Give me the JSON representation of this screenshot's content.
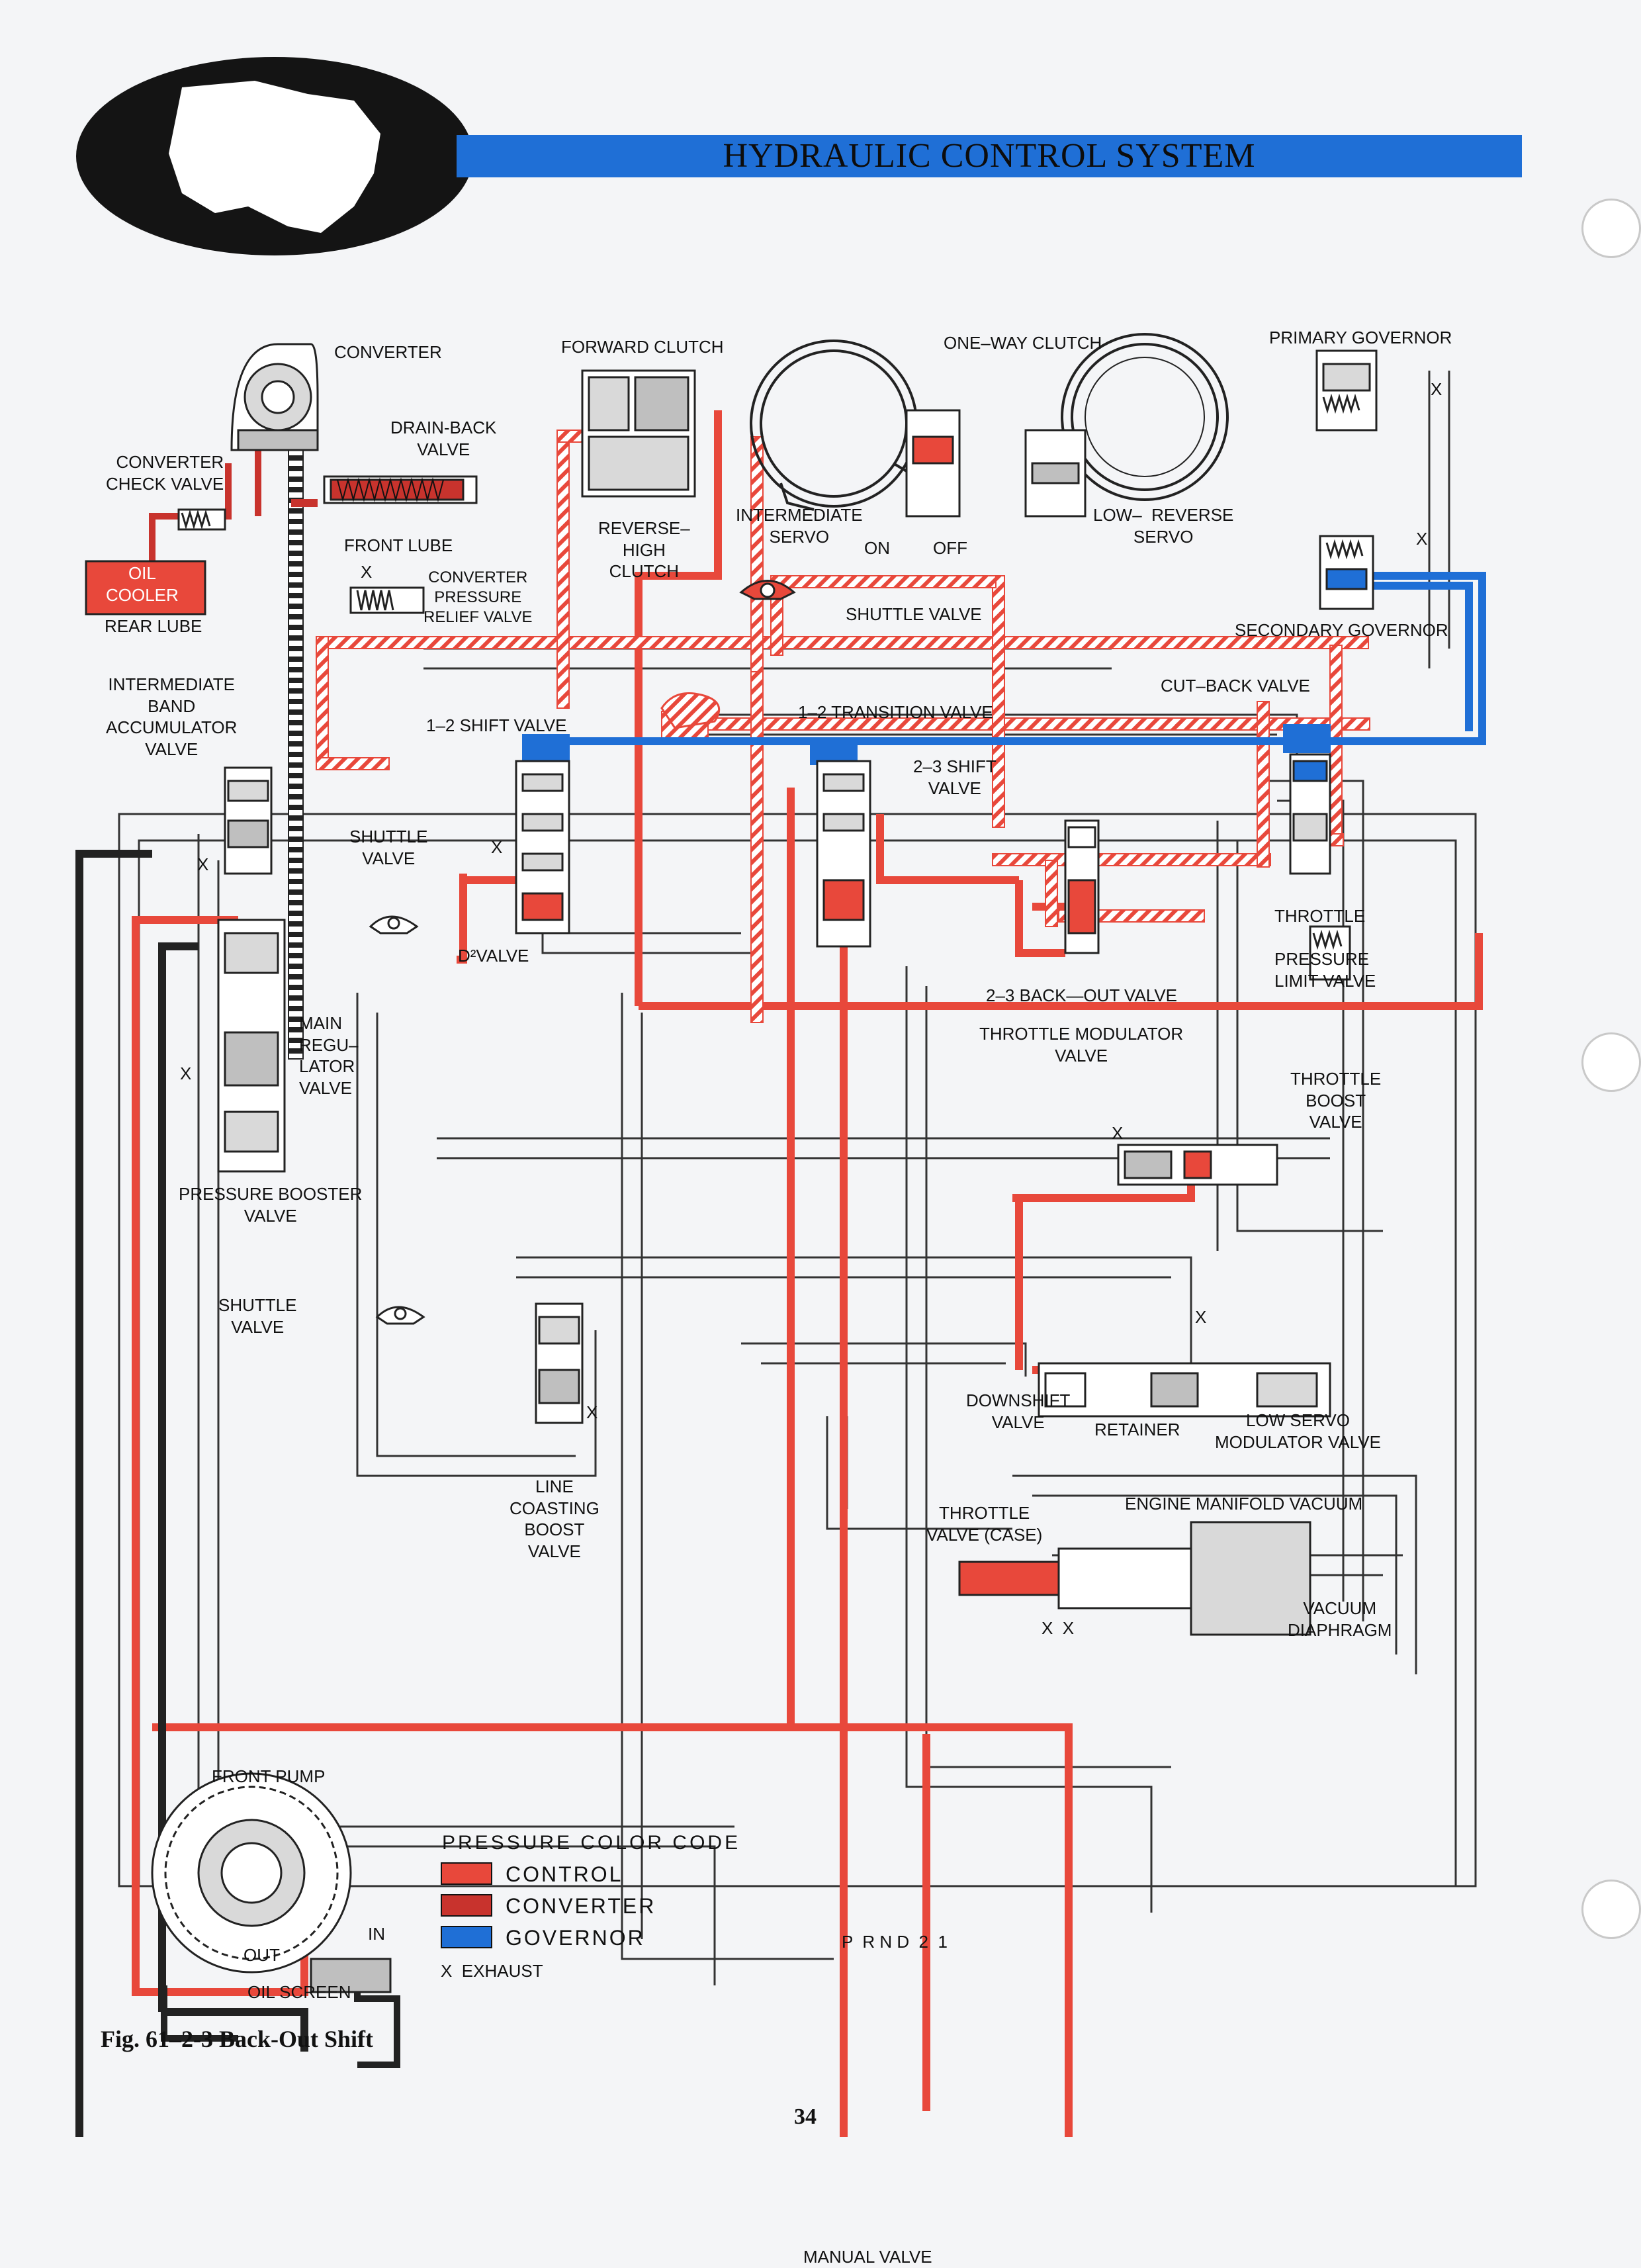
{
  "header": {
    "title": "HYDRAULIC CONTROL SYSTEM"
  },
  "labels": {
    "converter": "CONVERTER",
    "drain_back_valve": "DRAIN-BACK\nVALVE",
    "converter_check_valve": "CONVERTER\nCHECK VALVE",
    "oil_cooler": "OIL\nCOOLER",
    "rear_lube": "REAR LUBE",
    "front_lube": "FRONT LUBE",
    "converter_pressure_relief_valve": "CONVERTER\nPRESSURE\nRELIEF VALVE",
    "forward_clutch": "FORWARD CLUTCH",
    "reverse_high_clutch": "REVERSE–\nHIGH\nCLUTCH",
    "one_way_clutch": "ONE–WAY CLUTCH",
    "primary_governor": "PRIMARY GOVERNOR",
    "intermediate_servo": "INTERMEDIATE\nSERVO",
    "on": "ON",
    "off": "OFF",
    "low_reverse_servo": "LOW–  REVERSE\nSERVO",
    "shuttle_valve_top": "SHUTTLE VALVE",
    "secondary_governor": "SECONDARY GOVERNOR",
    "cut_back_valve": "CUT–BACK VALVE",
    "intermediate_band_accumulator_valve": "INTERMEDIATE\nBAND\nACCUMULATOR\nVALVE",
    "one_two_shift_valve": "1–2 SHIFT VALVE",
    "one_two_transition_valve": "1–2 TRANSITION VALVE",
    "two_three_shift_valve": "2–3 SHIFT\nVALVE",
    "shuttle_valve_left": "SHUTTLE\nVALVE",
    "d2_valve": "D²VALVE",
    "throttle_pressure_limit_valve": "THROTTLE\n\nPRESSURE\nLIMIT VALVE",
    "two_three_back_out_valve": "2–3 BACK—OUT VALVE",
    "throttle_modulator_valve": "THROTTLE MODULATOR\nVALVE",
    "main_regulator_valve": "MAIN\nREGU–\nLATOR\nVALVE",
    "throttle_boost_valve": "THROTTLE\nBOOST\nVALVE",
    "pressure_booster_valve": "PRESSURE BOOSTER\nVALVE",
    "shuttle_valve_lower": "SHUTTLE\nVALVE",
    "downshift_valve": "DOWNSHIFT\nVALVE",
    "retainer": "RETAINER",
    "low_servo_modulator_valve": "LOW SERVO\nMODULATOR VALVE",
    "line_coasting_boost_valve": "LINE\nCOASTING\nBOOST\nVALVE",
    "throttle_valve_case": "THROTTLE\nVALVE (CASE)",
    "engine_manifold_vacuum": "ENGINE MANIFOLD VACUUM",
    "vacuum_diaphragm": "VACUUM\nDIAPHRAGM",
    "front_pump": "FRONT PUMP",
    "in": "IN",
    "out": "OUT",
    "oil_screen": "OIL SCREEN",
    "manual_valve": "MANUAL VALVE",
    "gear_positions": "P  R N D  2  1",
    "x": "X",
    "x_pair": "X  X"
  },
  "legend": {
    "heading": "PRESSURE COLOR CODE",
    "items": [
      {
        "label": "CONTROL",
        "color": "#e8483b"
      },
      {
        "label": "CONVERTER",
        "color": "#c8332d"
      },
      {
        "label": "GOVERNOR",
        "color": "#1f6fd6"
      }
    ],
    "exhaust": "X  EXHAUST"
  },
  "colors": {
    "control": "#e8483b",
    "converter": "#b5271f",
    "governor": "#1f6fd6",
    "exhaust_line": "#222222",
    "passage": "#333333"
  },
  "caption": "Fig. 61–2-3 Back-Out Shift",
  "page_number": "34"
}
